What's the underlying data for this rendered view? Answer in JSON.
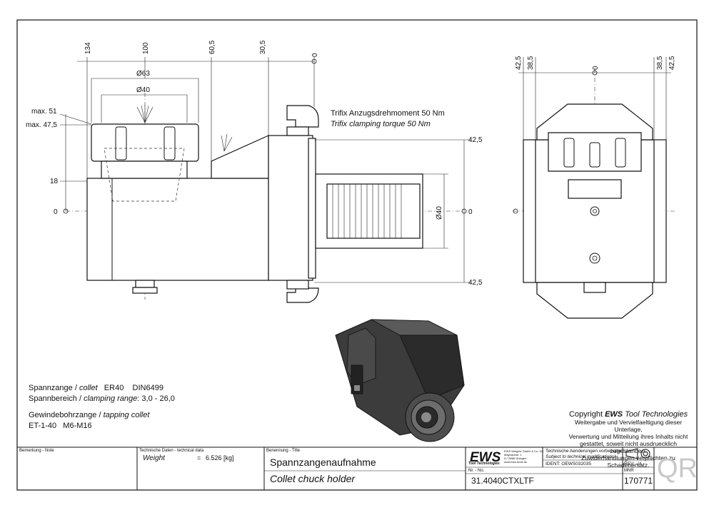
{
  "top_view": {
    "dims_top": [
      "134",
      "100",
      "60,5",
      "30,5",
      "0"
    ],
    "dia63": "Ø63",
    "dia40": "Ø40",
    "max51": "max. 51",
    "max475": "max. 47,5",
    "y18": "18",
    "y0_left": "0",
    "y0_right": "0",
    "y425_top": "42,5",
    "y425_bottom": "42,5",
    "shaft_dia": "Ø40",
    "torque_de": "Trifix Anzugsdrehmoment  50 Nm",
    "torque_en": "Trifix clamping torque  50 Nm"
  },
  "front_view": {
    "dims_top": [
      "42,5",
      "38,5",
      "0",
      "38,5",
      "42,5"
    ]
  },
  "notes": {
    "collet_line": [
      "Spannzange / ",
      "collet",
      "   ER40    DIN6499"
    ],
    "range_line": [
      "Spannbereich / ",
      "clamping range",
      ": 3,0 - 26,0"
    ],
    "tap_line": [
      "Gewindebohrzange / ",
      "tapping collet"
    ],
    "tap_values": "ET-1-40   M6-M16"
  },
  "copyright": {
    "title_prefix": "Copyright ",
    "title_brand": "EWS",
    "title_suffix": " Tool Technologies",
    "lines": [
      "Weitergabe und Vervielfaeltigung dieser Unterlage,",
      "Verwertung und Mitteilung ihres Inhalts nicht",
      "gestattet, soweit nicht ausdruecklich zugestanden.",
      "Zuwiderhandlungen verpflichten zu Schadenersatz."
    ]
  },
  "title_block": {
    "note_label": "Bemerkung - Note",
    "tech_label": "Technische Daten - technical data",
    "weight_label": "Weight",
    "weight_eq": "=",
    "weight_value": "6.526 [kg]",
    "name_label": "Benennung - Title",
    "title_de": "Spannzangenaufnahme",
    "title_en": "Collet chuck holder",
    "logo": "EWS",
    "logo_sub": "Tool Technologies",
    "company_lines": [
      "EWS Weigele GmbH & Co. KG",
      "Maybachstr. 1",
      "D-73066 Uhingen",
      "www.ews-tools.de"
    ],
    "change_de": "Technische Aenderungen vorbehalten!",
    "change_en": "Subject to technical modifications!",
    "ident": "IDENT:  OEWS032035",
    "rev": "REV:  -/A",
    "nr_label": "Nr. - No.",
    "part_number": "31.4040CTXLTF",
    "mnr_label": "MNR",
    "mnr": "170771",
    "qr": "QR"
  }
}
